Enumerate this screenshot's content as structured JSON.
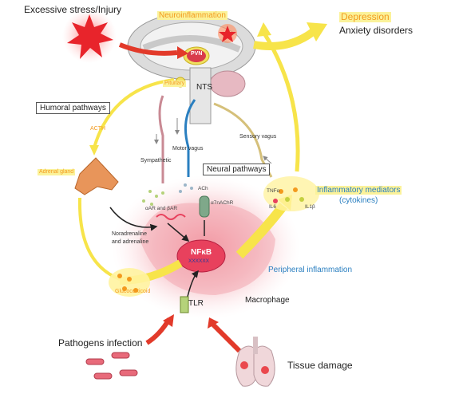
{
  "labels": {
    "stress": "Excessive stress/Injury",
    "neuroinflammation": "Neuroinflammation",
    "depression": "Depression",
    "anxiety": "Anxiety disorders",
    "pvn": "PVN",
    "pituitary": "Pituitary",
    "nts": "NTS",
    "humoral": "Humoral pathways",
    "acth": "ACTH",
    "adrenal": "Adrenal gland",
    "sympathetic": "Sympathetic",
    "motor_vagus": "Motor vagus",
    "neural": "Neural pathways",
    "sensory_vagus": "Sensory vagus",
    "inflam_mediators": "Inflammatory mediators",
    "cytokines": "(cytokines)",
    "tnf": "TNFα",
    "il6": "IL6",
    "il1b": "IL1β",
    "ach": "ACh",
    "a7nachr": "α7nAChR",
    "receptors": "αAR and βAR",
    "noradrenaline": "Noradrenaline",
    "and_adrenaline": "and adrenaline",
    "nfkb": "NFκB",
    "nfkb_dna": "XXXXXX",
    "glucocorticoid": "Glucocorticoid",
    "peripheral": "Peripheral inflammation",
    "tlr": "TLR",
    "macrophage": "Macrophage",
    "pathogens": "Pathogens infection",
    "tissue": "Tissue damage"
  },
  "colors": {
    "arrow_yellow": "#f7e44a",
    "arrow_red": "#e23a2a",
    "macrophage": "#f6b9c0",
    "nfkb": "#e8415d",
    "label_blue": "#2a7fc0",
    "label_orange": "#f39a1e",
    "brain": "#d9d9d9"
  }
}
